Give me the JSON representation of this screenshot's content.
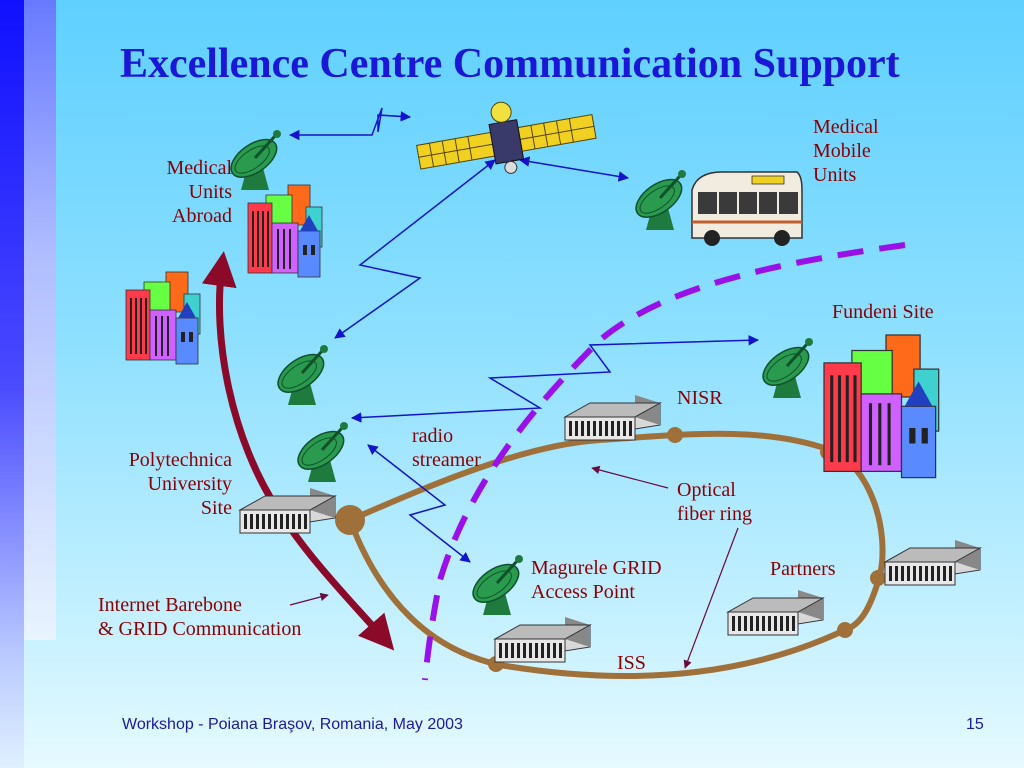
{
  "title": "Excellence Centre Communication Support",
  "labels": {
    "medical_units_abroad": [
      "Medical",
      "Units",
      "Abroad"
    ],
    "medical_mobile_units": [
      "Medical",
      "Mobile",
      "Units"
    ],
    "fundeni_site": "Fundeni Site",
    "nisr": "NISR",
    "radio_streamer": [
      "radio",
      "streamer"
    ],
    "polytechnica": [
      "Polytechnica",
      "University",
      "Site"
    ],
    "optical_fiber_ring": [
      "Optical",
      "fiber ring"
    ],
    "magurele": [
      "Magurele GRID",
      "Access Point"
    ],
    "partners": "Partners",
    "iss": "ISS",
    "internet_barebone": [
      "Internet Barebone",
      "& GRID Communication"
    ]
  },
  "footer": {
    "event": "Workshop - Poiana Braşov, Romania, May 2003",
    "page_number": "15"
  },
  "colors": {
    "title": "#1a17d6",
    "label": "#8b0000",
    "fiber_ring": "#a0703a",
    "internet_arrow": "#8b0a2a",
    "radio_link": "#1414c8",
    "dashed_boundary": "#9a10e8",
    "dish": "#1f7a3e"
  }
}
